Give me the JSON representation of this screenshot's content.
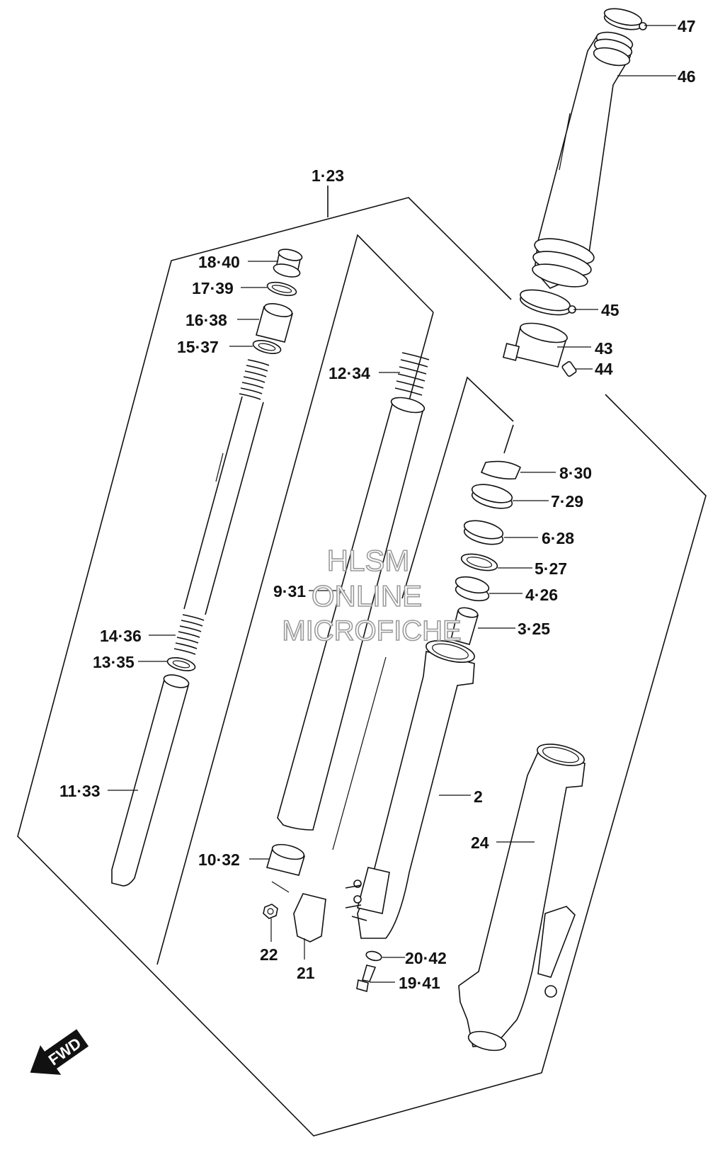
{
  "watermark": {
    "line1": "HLSM",
    "line2": "ONLINE",
    "line3": "MICROFICHE"
  },
  "direction_arrow": {
    "label": "FWD",
    "icon": "fwd-arrow-icon"
  },
  "callouts": [
    {
      "id": "c1",
      "text": "1·23"
    },
    {
      "id": "c2",
      "text": "2"
    },
    {
      "id": "c3",
      "text": "3·25"
    },
    {
      "id": "c4",
      "text": "4·26"
    },
    {
      "id": "c5",
      "text": "5·27"
    },
    {
      "id": "c6",
      "text": "6·28"
    },
    {
      "id": "c7",
      "text": "7·29"
    },
    {
      "id": "c8",
      "text": "8·30"
    },
    {
      "id": "c9",
      "text": "9·31"
    },
    {
      "id": "c10",
      "text": "10·32"
    },
    {
      "id": "c11",
      "text": "11·33"
    },
    {
      "id": "c12",
      "text": "12·34"
    },
    {
      "id": "c13",
      "text": "13·35"
    },
    {
      "id": "c14",
      "text": "14·36"
    },
    {
      "id": "c15",
      "text": "15·37"
    },
    {
      "id": "c16",
      "text": "16·38"
    },
    {
      "id": "c17",
      "text": "17·39"
    },
    {
      "id": "c18",
      "text": "18·40"
    },
    {
      "id": "c19",
      "text": "19·41"
    },
    {
      "id": "c20",
      "text": "20·42"
    },
    {
      "id": "c21",
      "text": "21"
    },
    {
      "id": "c22",
      "text": "22"
    },
    {
      "id": "c24",
      "text": "24"
    },
    {
      "id": "c43",
      "text": "43"
    },
    {
      "id": "c44",
      "text": "44"
    },
    {
      "id": "c45",
      "text": "45"
    },
    {
      "id": "c46",
      "text": "46"
    },
    {
      "id": "c47",
      "text": "47"
    }
  ]
}
